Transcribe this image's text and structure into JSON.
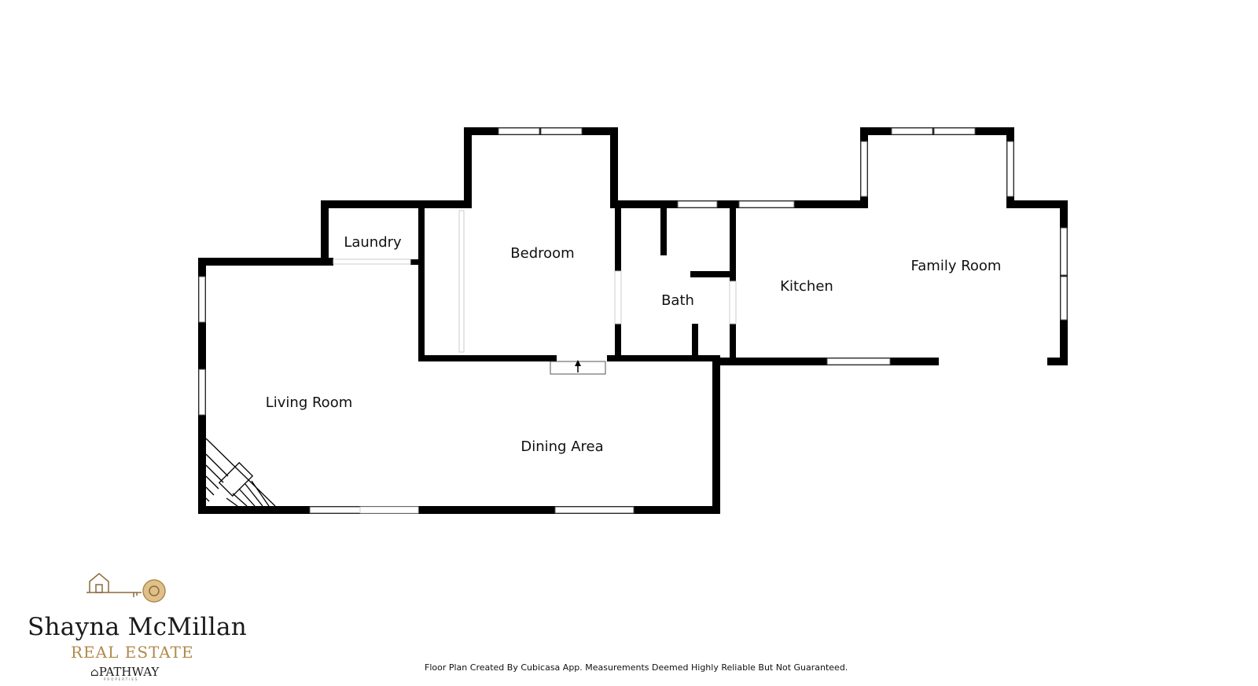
{
  "rooms": {
    "laundry": "Laundry",
    "bedroom": "Bedroom",
    "bath": "Bath",
    "kitchen": "Kitchen",
    "family_room": "Family Room",
    "living_room": "Living Room",
    "dining_area": "Dining Area"
  },
  "footer_note": "Floor Plan Created By Cubicasa App. Measurements Deemed Highly Reliable But Not Guaranteed.",
  "brand": {
    "name": "Shayna McMillan",
    "subtitle": "REAL ESTATE",
    "partner": "PATHWAY",
    "partner_tagline": "PROPERTIES"
  },
  "colors": {
    "wall": "#000000",
    "brand_gold": "#b08a4a"
  }
}
